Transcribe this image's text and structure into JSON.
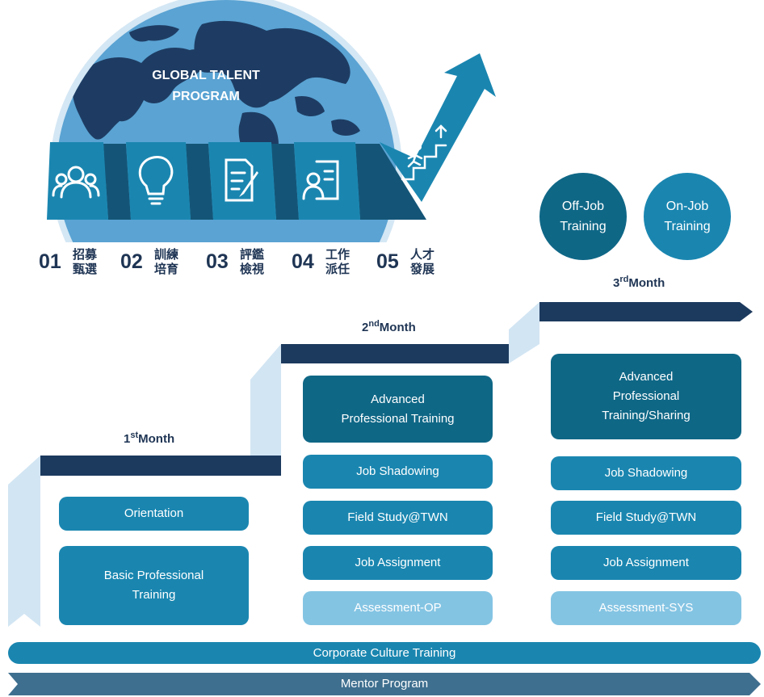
{
  "globe": {
    "title_line1": "GLOBAL TALENT",
    "title_line2": "PROGRAM"
  },
  "steps": [
    {
      "num": "01",
      "line1": "招募",
      "line2": "甄選",
      "icon": "people-group-icon"
    },
    {
      "num": "02",
      "line1": "訓練",
      "line2": "培育",
      "icon": "lightbulb-icon"
    },
    {
      "num": "03",
      "line1": "評鑑",
      "line2": "檢視",
      "icon": "document-pen-icon"
    },
    {
      "num": "04",
      "line1": "工作",
      "line2": "派任",
      "icon": "person-document-icon"
    },
    {
      "num": "05",
      "line1": "人才",
      "line2": "發展",
      "icon": "person-climbing-stairs-icon"
    }
  ],
  "circles": {
    "off_job": {
      "line1": "Off-Job",
      "line2": "Training"
    },
    "on_job": {
      "line1": "On-Job",
      "line2": "Training"
    }
  },
  "months": {
    "m1": {
      "num": "1",
      "sup": "st",
      "word": "Month"
    },
    "m2": {
      "num": "2",
      "sup": "nd",
      "word": "Month"
    },
    "m3": {
      "num": "3",
      "sup": "rd",
      "word": "Month"
    }
  },
  "month1": {
    "orientation": "Orientation",
    "basic_line1": "Basic Professional",
    "basic_line2": "Training"
  },
  "month2": {
    "advanced_line1": "Advanced",
    "advanced_line2": "Professional Training",
    "shadowing": "Job Shadowing",
    "field_study": "Field Study@TWN",
    "assignment": "Job Assignment",
    "assessment": "Assessment-OP"
  },
  "month3": {
    "advanced_line1": "Advanced",
    "advanced_line2": "Professional",
    "advanced_line3": "Training/Sharing",
    "shadowing": "Job Shadowing",
    "field_study": "Field Study@TWN",
    "assignment": "Job Assignment",
    "assessment": "Assessment-SYS"
  },
  "bottom": {
    "culture": "Corporate Culture Training",
    "mentor": "Mentor Program"
  },
  "colors": {
    "navy": "#1c3a5e",
    "dark_teal": "#0f6786",
    "mid_blue": "#1a86b0",
    "light_blue": "#84c4e3",
    "pale_blue": "#cfe3f1",
    "text_dark": "#1f3554"
  }
}
